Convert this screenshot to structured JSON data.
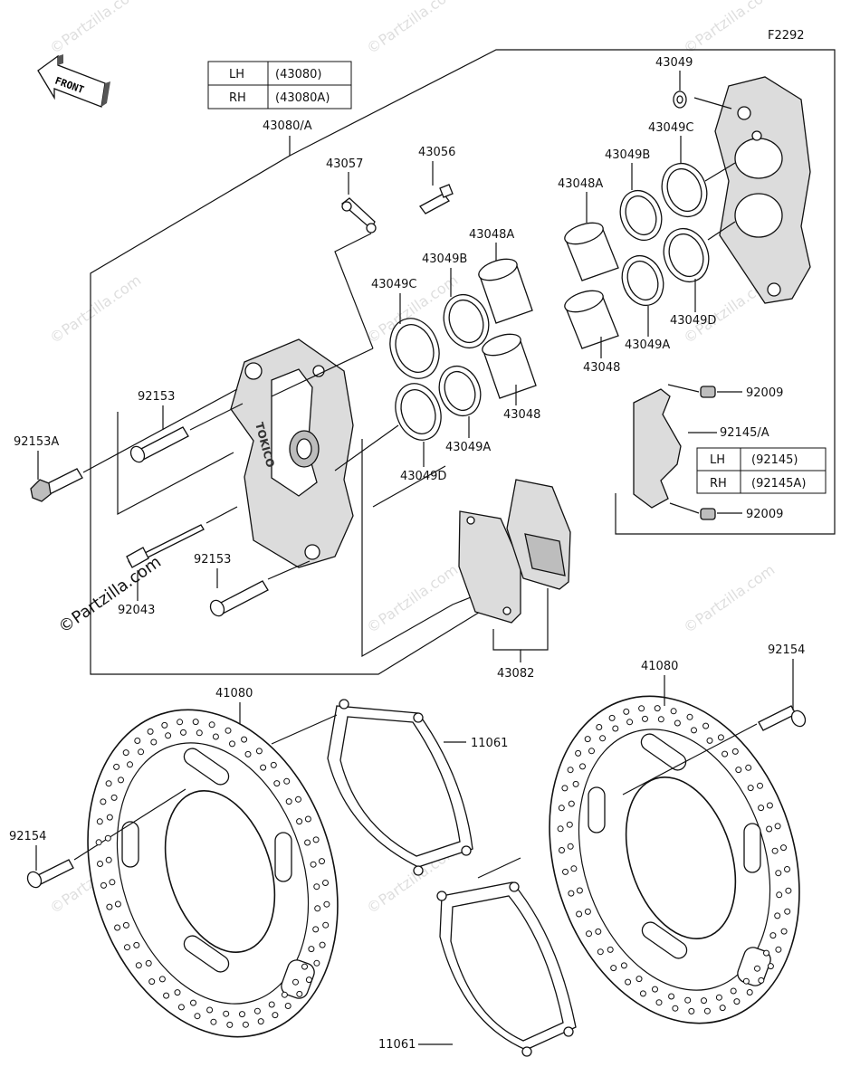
{
  "diagram_code": "F2292",
  "front_arrow_label": "FRONT",
  "caliper_table": {
    "rows": [
      {
        "side": "LH",
        "part": "(43080)"
      },
      {
        "side": "RH",
        "part": "(43080A)"
      }
    ]
  },
  "bracket_table": {
    "rows": [
      {
        "side": "LH",
        "part": "(92145)"
      },
      {
        "side": "RH",
        "part": "(92145A)"
      }
    ]
  },
  "labels": {
    "caliper_assy": "43080/A",
    "p43057": "43057",
    "p43056": "43056",
    "p43048A_left": "43048A",
    "p43049B_left": "43049B",
    "p43049C_left": "43049C",
    "p92153_top": "92153",
    "p92153A": "92153A",
    "p43048_left": "43048",
    "p43049A_left": "43049A",
    "p43049D_left": "43049D",
    "p92153_bottom": "92153",
    "p92043": "92043",
    "p43049_right": "43049",
    "p43049C_right": "43049C",
    "p43049B_right": "43049B",
    "p43048A_right": "43048A",
    "p43049D_right": "43049D",
    "p43049A_right": "43049A",
    "p43048_right": "43048",
    "p92009_top": "92009",
    "p92145": "92145/A",
    "p92009_bottom": "92009",
    "p43082": "43082",
    "p41080_left": "41080",
    "p41080_right": "41080",
    "p11061_top": "11061",
    "p11061_bottom": "11061",
    "p92154_left": "92154",
    "p92154_right": "92154"
  },
  "watermark": "©Partzilla.com"
}
